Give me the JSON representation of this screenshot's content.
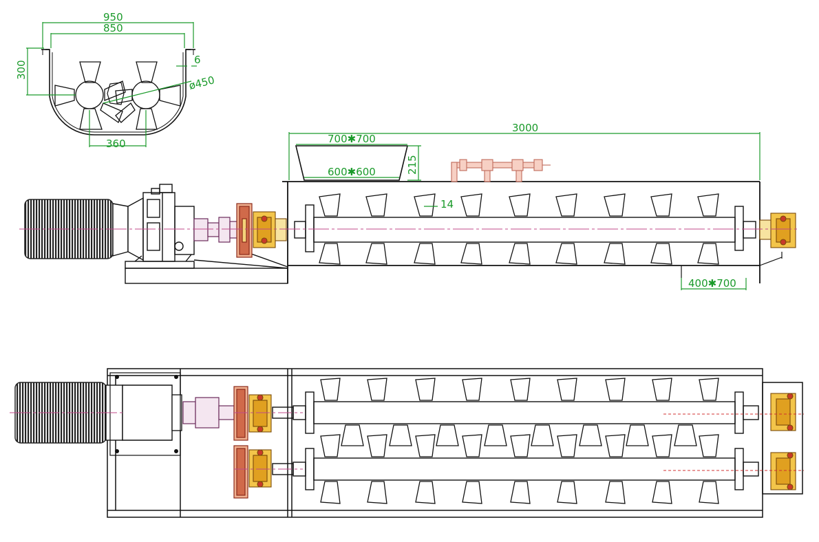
{
  "dimensions": {
    "width_outer": "950",
    "width_inner": "850",
    "depth": "300",
    "wall_thickness": "6",
    "paddle_diameter": "ø450",
    "shaft_spacing": "360",
    "total_length": "3000",
    "inlet_top": "700✱700",
    "inlet_bottom": "600✱600",
    "inlet_height": "215",
    "paddle_thickness": "14",
    "outlet": "400✱700"
  },
  "colors": {
    "dimension": "#1a9a2a",
    "outline": "#111111",
    "center_line": "#c04a8a",
    "bearing": "#e0b020",
    "bearing_dark": "#b83a2a",
    "pipe": "#e8a090",
    "motor": "#222222"
  }
}
